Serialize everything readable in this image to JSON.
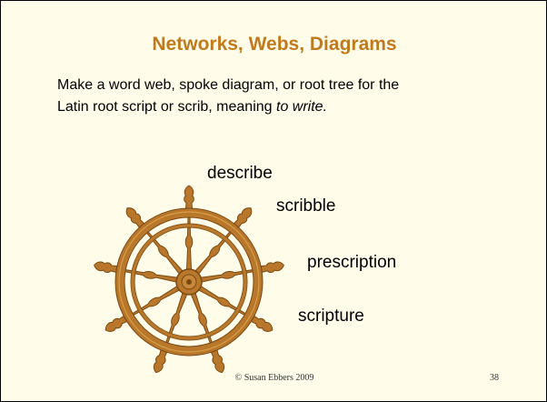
{
  "slide": {
    "title": "Networks, Webs, Diagrams",
    "body_line1": "Make a word web, spoke diagram, or root tree for the",
    "body_line2_start": "Latin root script or scrib, meaning ",
    "body_line2_italic": "to write.",
    "words": {
      "describe": "describe",
      "scribble": "scribble",
      "prescription": "prescription",
      "scripture": "scripture"
    },
    "footer": "© Susan Ebbers 2009",
    "page_number": "38"
  },
  "colors": {
    "background": "#fffde9",
    "title": "#c07a1e",
    "wheel_wood": "#b8772a",
    "wheel_outline": "#7a4a14",
    "wheel_highlight": "#e0a64e"
  },
  "icons": {
    "wheel": "ship-wheel-icon"
  }
}
